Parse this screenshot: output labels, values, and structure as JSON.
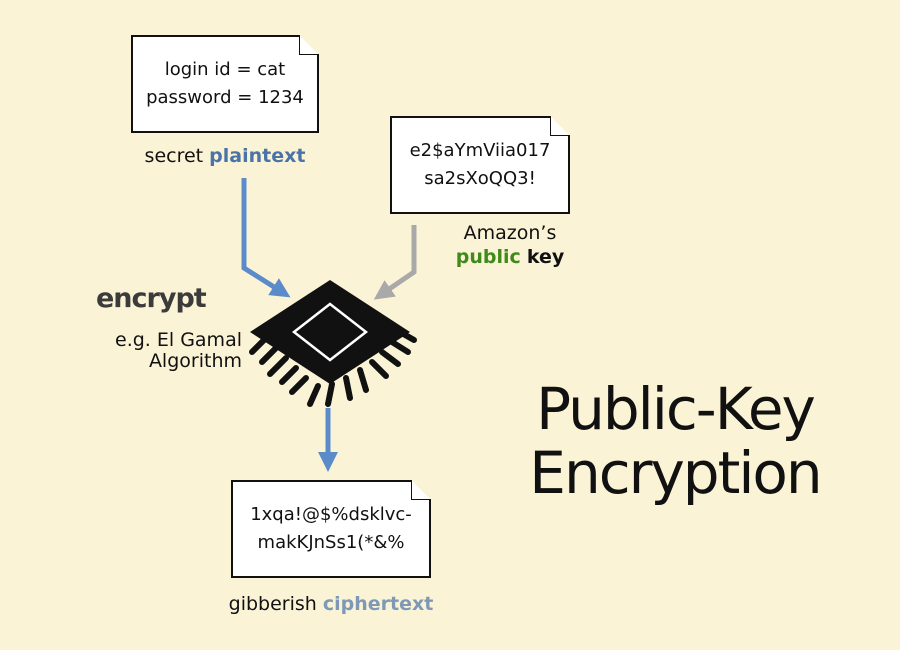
{
  "title": {
    "line1": "Public-Key",
    "line2": "Encryption"
  },
  "plaintext_doc": {
    "line1": "login id = cat",
    "line2": "password = 1234"
  },
  "plaintext_caption": {
    "prefix": "secret",
    "highlight": "plaintext"
  },
  "key_doc": {
    "line1": "e2$aYmViia017",
    "line2": "sa2sXoQQ3!"
  },
  "key_caption": {
    "line1": "Amazon’s",
    "highlight": "public",
    "suffix": "key"
  },
  "encrypt": {
    "label": "encrypt",
    "sub1": "e.g. El Gamal",
    "sub2": "Algorithm"
  },
  "cipher_doc": {
    "line1": "1xqa!@$%dsklvc-",
    "line2": "makKJnSs1(*&%"
  },
  "cipher_caption": {
    "prefix": "gibberish",
    "highlight": "ciphertext"
  },
  "colors": {
    "background": "#fbf3d6",
    "plaintext_blue": "#4a73a8",
    "public_green": "#3f8a1a",
    "key_arrow_gray": "#a9a9a9",
    "cipher_blue": "#7e99b6"
  }
}
